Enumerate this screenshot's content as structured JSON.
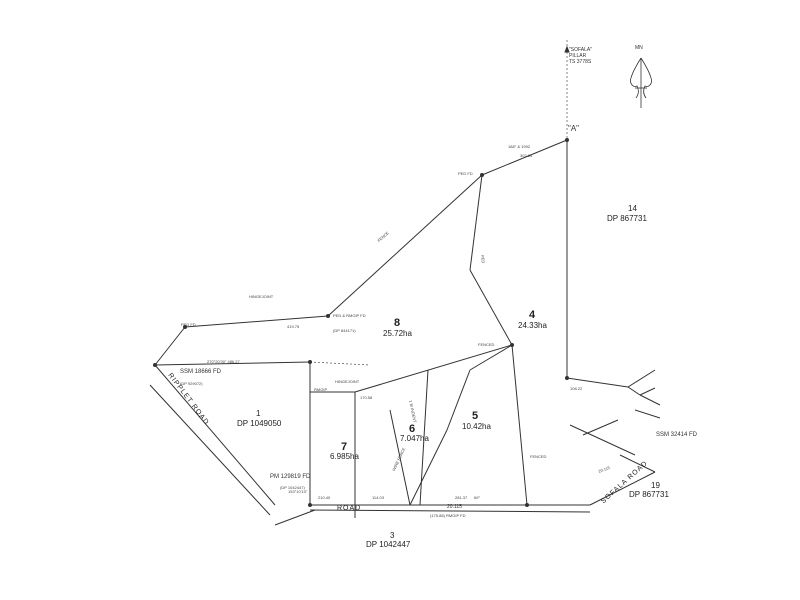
{
  "north": {
    "label": "MN"
  },
  "pillar": {
    "name": "\"SOFALA\"",
    "sub": "PILLAR",
    "ts": "TS 3778S"
  },
  "point_a": {
    "label": "\"A\""
  },
  "lots": [
    {
      "id": "lot-8",
      "number": "8",
      "area": "25.72ha"
    },
    {
      "id": "lot-4",
      "number": "4",
      "area": "24.33ha"
    },
    {
      "id": "lot-5",
      "number": "5",
      "area": "10.42ha"
    },
    {
      "id": "lot-6",
      "number": "6",
      "area": "7.047ha"
    },
    {
      "id": "lot-7",
      "number": "7",
      "area": "6.985ha"
    }
  ],
  "adjoining": {
    "lot14": {
      "number": "14",
      "dp": "DP 867731"
    },
    "lot1": {
      "number": "1",
      "dp": "DP 1049050"
    },
    "lot3": {
      "number": "3",
      "dp": "DP 1042447"
    },
    "lot19": {
      "number": "19",
      "dp": "DP 867731"
    }
  },
  "roads": {
    "ripplet_road": "RIPPLET ROAD",
    "road_bottom": "ROAD",
    "sofala_road": "SOFALA ROAD"
  },
  "survey_marks": {
    "ssm_left": "SSM 18666 FD",
    "ssm_right": "SSM 32414 FD",
    "pm_bottom": "PM 129819 FD",
    "ped_fd_top": "PED FD",
    "ped_fd_left": "PED FD",
    "ped_rmgip_fd": "PED & RMGIP FD",
    "rmgip": "RMGIP"
  },
  "annotations": {
    "hinge_joint": "HINGEJOINT",
    "fence": "FENCE",
    "ped": "PED",
    "fenced": "FENCED",
    "hinge_joint_2": "HINGEJOINT",
    "fenced_2": "FENCED",
    "wire_fence": "WIRE FENCE",
    "dist_top": "302.84",
    "dist_top2": "188° & 1992",
    "dist_left": "419.75",
    "bearing_left": "270°20'30\" 486.27",
    "dist_mid": "170.58",
    "dist_right": "108.22",
    "dist_bottom": "210.40",
    "dist_bottom2": "114.03",
    "dist_bottom3": "281.37",
    "dist_bottom4": "20.115",
    "dist_sofala": "20.115",
    "dist_bottom5": "69°",
    "note_line": "1 M INDENT",
    "fd_ref1": "(DP 844171)",
    "fd_ref2": "(DP 1042447)",
    "fd_ref3": "(DP 929072)",
    "rmgip_ref": "(175.88) RMGIP FD",
    "road_bearing": "153°10'10\""
  }
}
